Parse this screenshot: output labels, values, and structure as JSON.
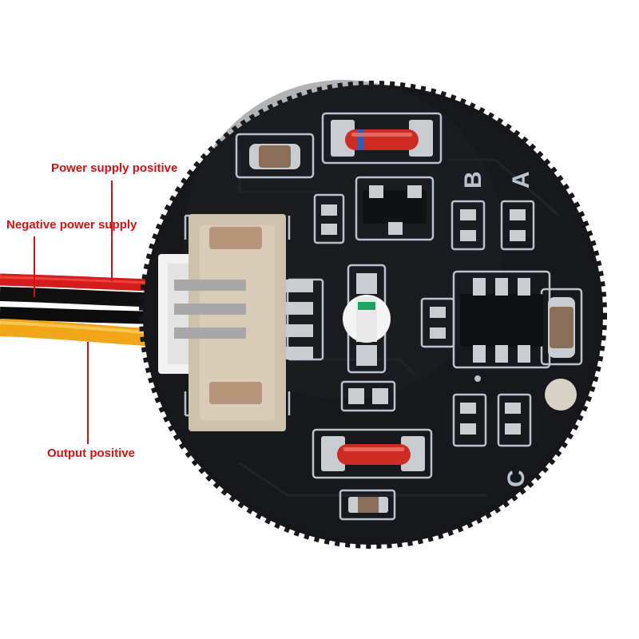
{
  "annotations": {
    "power_supply_positive": "Power supply positive",
    "negative_power_supply": "Negative power supply",
    "output_positive": "Output positive"
  },
  "silkscreen": {
    "pad_a": "A",
    "pad_b": "B",
    "pad_c": "C"
  },
  "colors": {
    "annotation_text": "#d81010",
    "leader_line": "#d81010",
    "pcb": "#15171a",
    "silkscreen": "#b9c3cf",
    "pad": "#c9ccd0",
    "connector_housing": "#cfc2ad",
    "connector_plug": "#f1f1f1",
    "wire_red": "#d61b1b",
    "wire_black": "#101010",
    "wire_yellow": "#f0a616",
    "resistor_body": "#ce2c22",
    "led_window": "#19a461",
    "capacitor_body": "#8a6e57"
  }
}
